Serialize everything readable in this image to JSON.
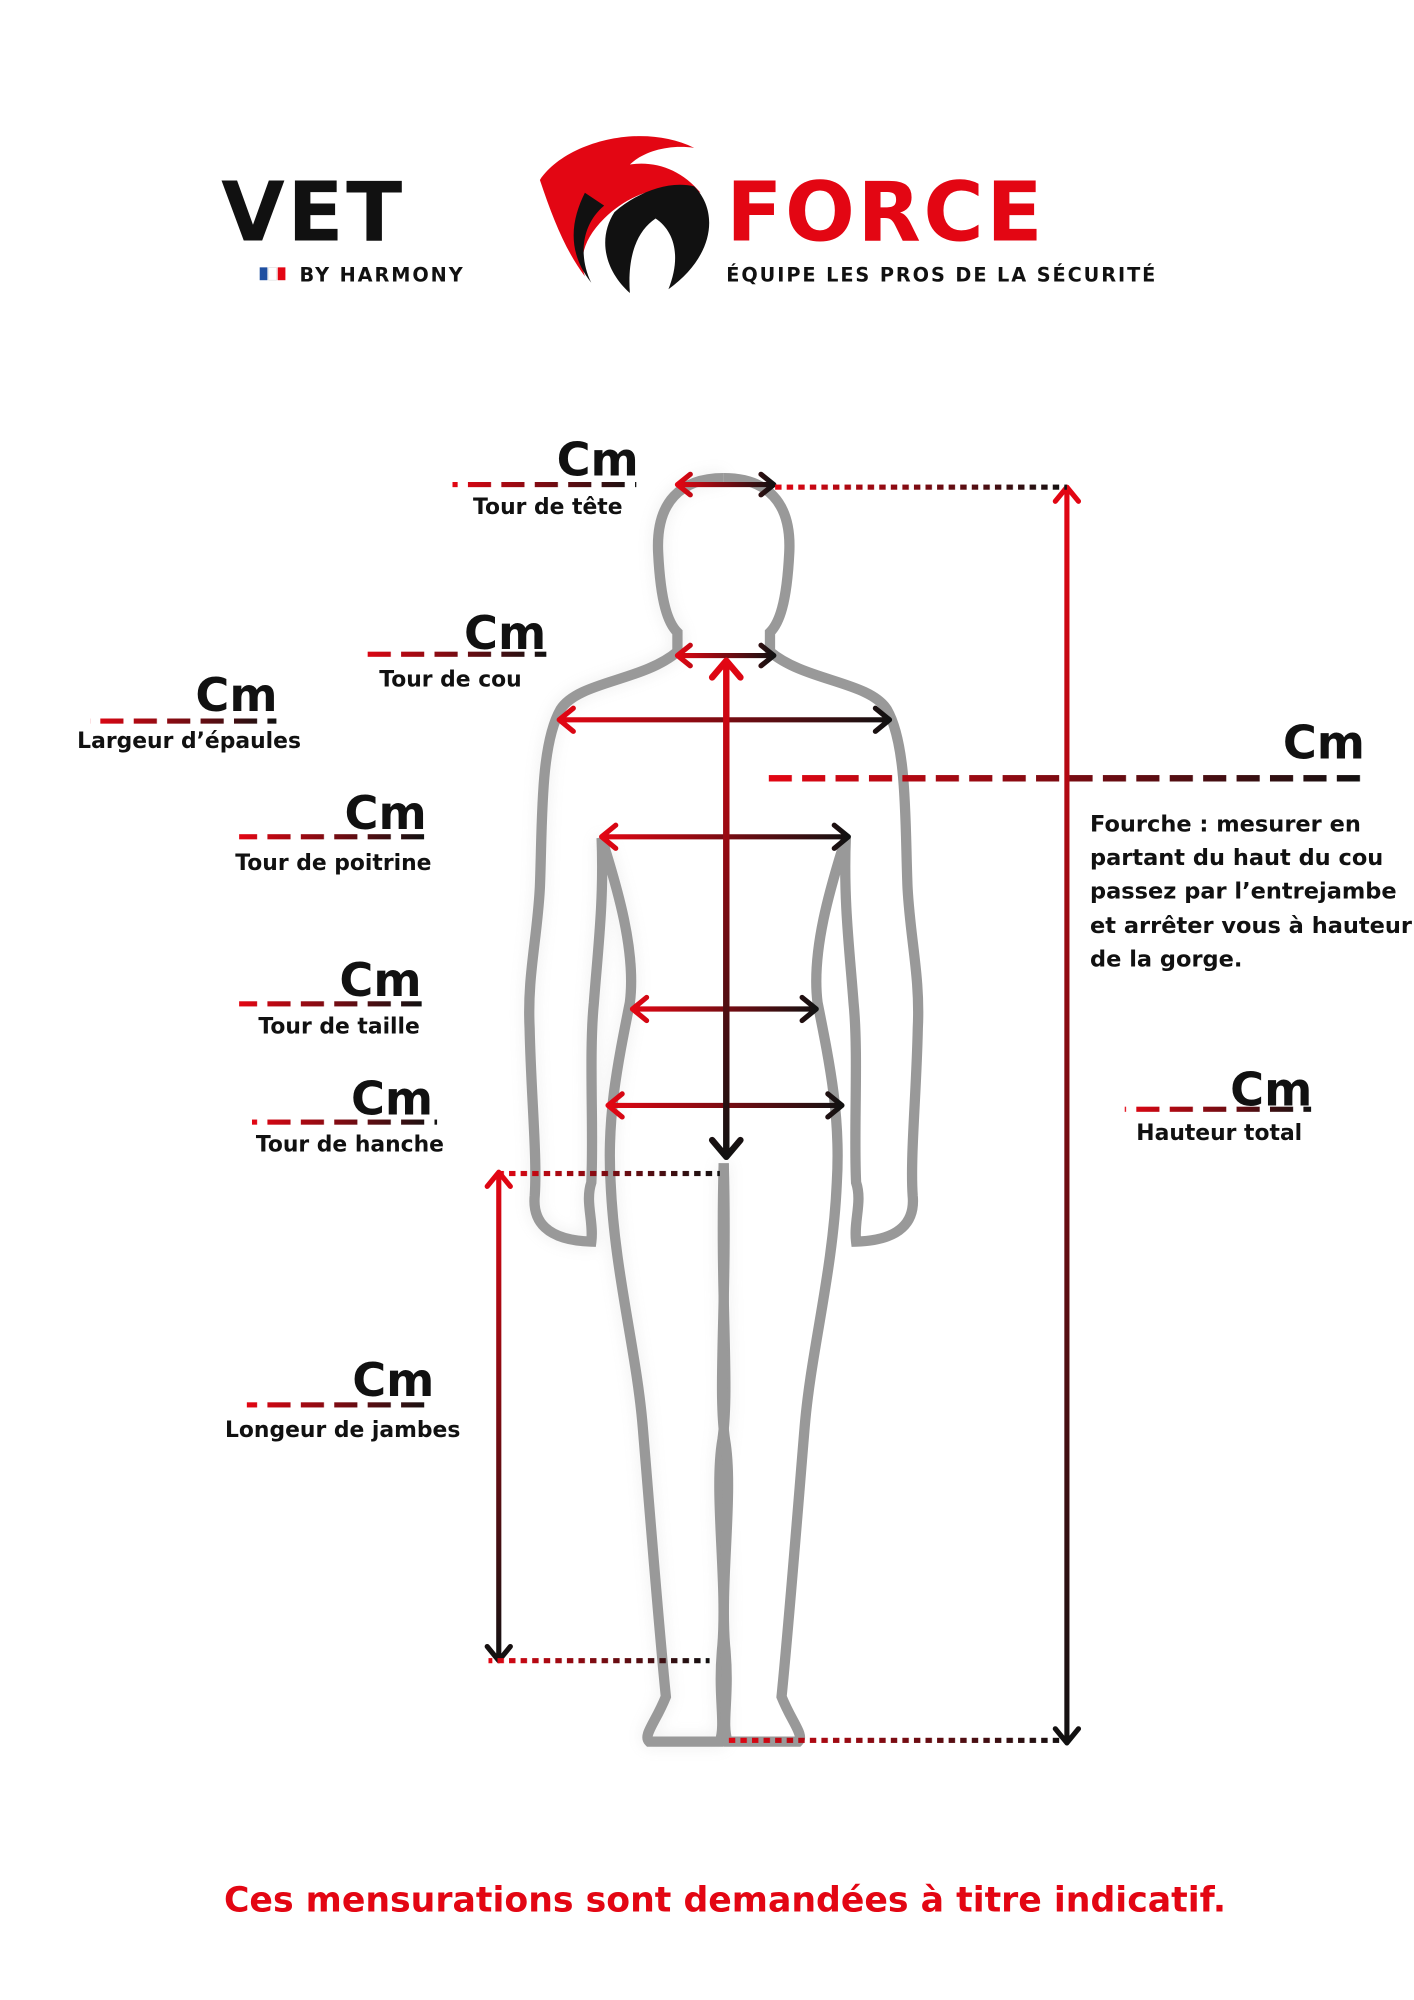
{
  "brand": {
    "name_left": "VET",
    "name_right": "FORCE",
    "subtitle_left": "BY HARMONY",
    "tagline": "ÉQUIPE LES PROS DE LA SÉCURITÉ",
    "red": "#e30613",
    "black": "#111111"
  },
  "measurements": [
    {
      "id": "tour-de-tete",
      "unit": "Cm",
      "label": "Tour de tête"
    },
    {
      "id": "tour-de-cou",
      "unit": "Cm",
      "label": "Tour de cou"
    },
    {
      "id": "largeur-epaules",
      "unit": "Cm",
      "label": "Largeur d’épaules"
    },
    {
      "id": "tour-de-poitrine",
      "unit": "Cm",
      "label": "Tour de poitrine"
    },
    {
      "id": "tour-de-taille",
      "unit": "Cm",
      "label": "Tour de taille"
    },
    {
      "id": "tour-de-hanche",
      "unit": "Cm",
      "label": "Tour de hanche"
    },
    {
      "id": "longeur-de-jambes",
      "unit": "Cm",
      "label": "Longeur de jambes"
    },
    {
      "id": "hauteur-total",
      "unit": "Cm",
      "label": "Hauteur total"
    }
  ],
  "fourche": {
    "unit": "Cm",
    "lines": [
      "Fourche : mesurer en",
      "partant du haut du cou",
      "passez par l’entrejambe",
      "et arrêter vous à hauteur",
      "de la gorge."
    ]
  },
  "footer": "Ces mensurations sont demandées à titre indicatif."
}
